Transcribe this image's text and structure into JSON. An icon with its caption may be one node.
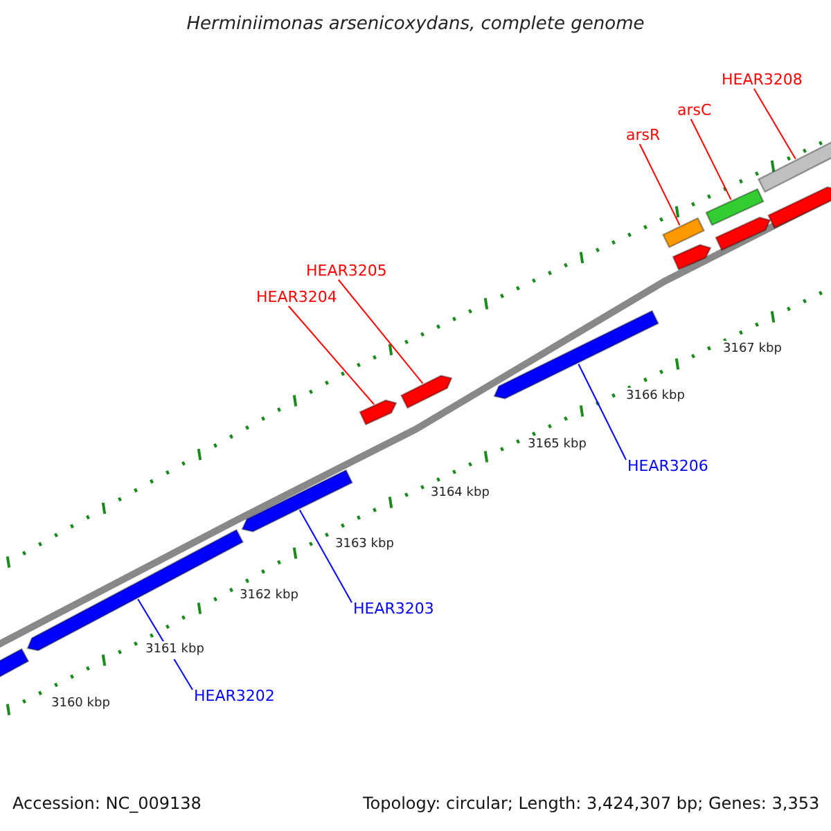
{
  "diagram": {
    "title": "Herminiimonas arsenicoxydans, complete genome",
    "nodes": [
      {
        "text": [
          "HEAR3208"
        ]
      },
      {
        "text": [
          "arsC"
        ]
      },
      {
        "text": [
          "arsR"
        ]
      },
      {
        "text": [],
        "shape": "box"
      },
      {
        "text": [],
        "shape": "box"
      },
      {
        "text": [],
        "shape": "box"
      },
      {
        "text": [],
        "shape": "box"
      },
      {
        "text": [],
        "shape": "box"
      },
      {
        "text": [],
        "shape": "box"
      },
      {
        "text": [
          "HEAR3205"
        ]
      },
      {
        "text": [
          "HEAR3204"
        ]
      },
      {
        "text": [],
        "shape": "box"
      },
      {
        "text": [],
        "shape": "box"
      },
      {
        "text": [],
        "shape": "box"
      },
      {
        "text": [
          "HEAR3206"
        ]
      },
      {
        "text": [],
        "shape": "box"
      },
      {
        "text": [],
        "shape": "box"
      },
      {
        "text": [
          "HEAR3203"
        ]
      },
      {
        "text": [],
        "shape": "box"
      },
      {
        "text": [
          "HEAR3202"
        ]
      }
    ],
    "edges": [
      {
        "from": 0,
        "to": 3,
        "arrow": "none"
      },
      {
        "from": 1,
        "to": 4,
        "arrow": "none"
      },
      {
        "from": 2,
        "to": 5,
        "arrow": "none"
      },
      {
        "from": 9,
        "to": 11,
        "arrow": "none"
      },
      {
        "from": 10,
        "to": 12,
        "arrow": "none"
      },
      {
        "from": 14,
        "to": 13,
        "arrow": "none",
        "color": "#0000ff"
      },
      {
        "from": 17,
        "to": 15,
        "arrow": "none",
        "color": "#0000ff"
      },
      {
        "from": 19,
        "to": 16,
        "arrow": "none",
        "color": "#0000ff"
      }
    ],
    "labels": [
      "3167 kbp",
      "3166 kbp",
      "3165 kbp",
      "3164 kbp",
      "3163 kbp",
      "3162 kbp",
      "3161 kbp",
      "3160 kbp",
      "Accession: NC_009138",
      "Topology: circular; Length: 3,424,307 bp; Genes: 3,353"
    ]
  }
}
